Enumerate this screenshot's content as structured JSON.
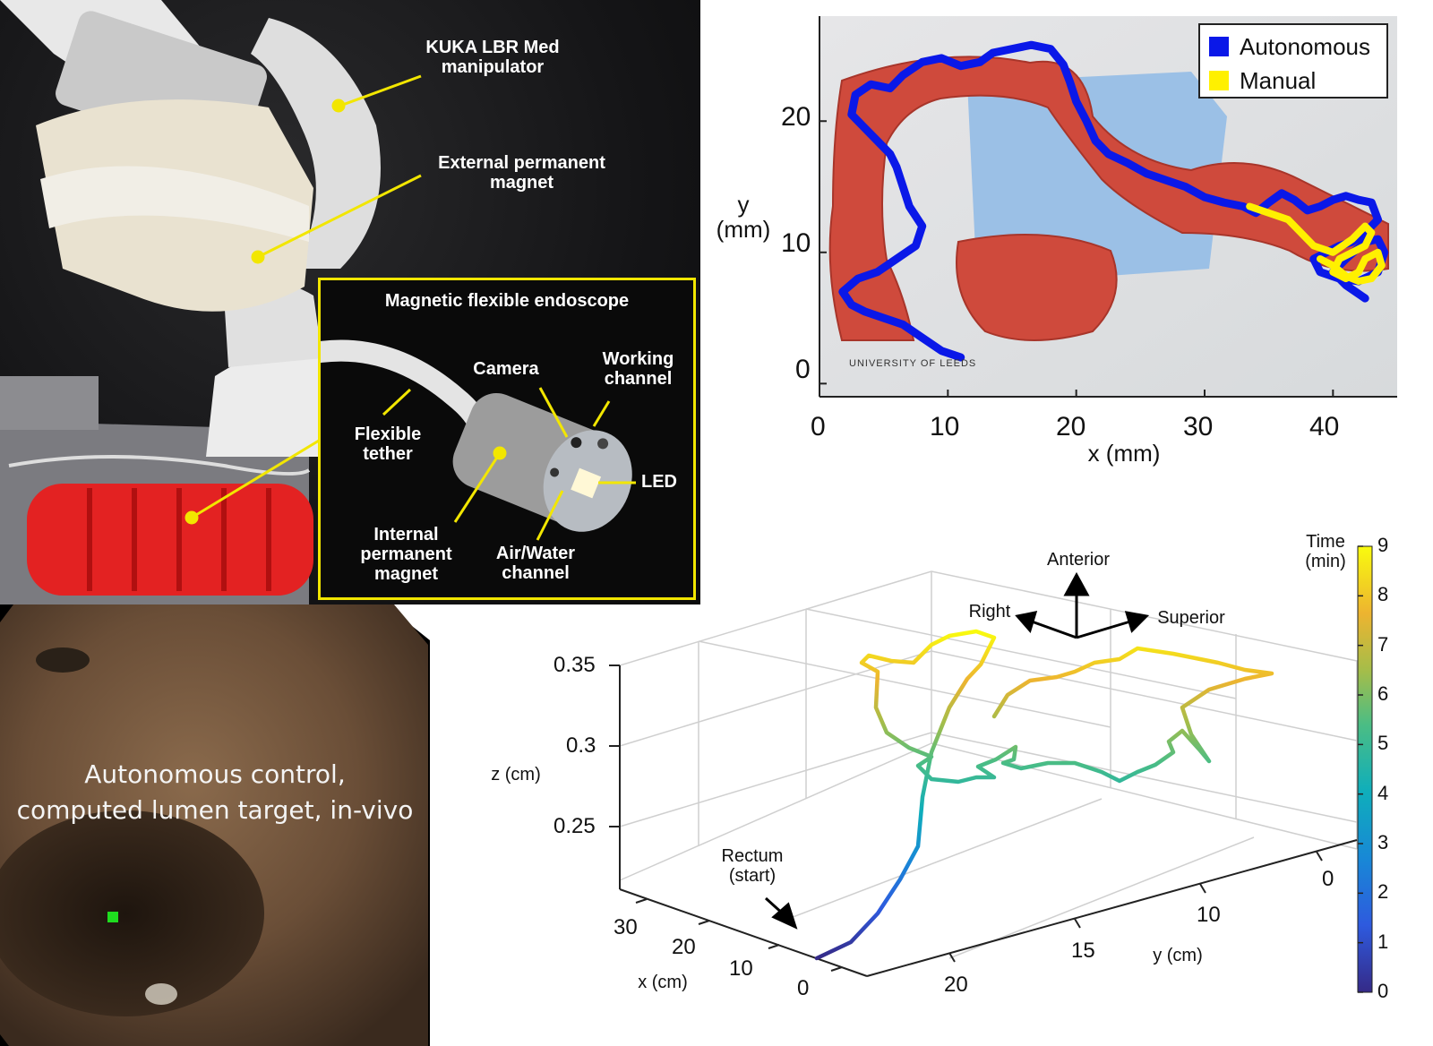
{
  "robot_panel": {
    "labels": {
      "manipulator": "KUKA LBR Med\nmanipulator",
      "external_magnet": "External permanent\nmagnet"
    },
    "inset": {
      "title": "Magnetic flexible endoscope",
      "camera": "Camera",
      "working_channel": "Working\nchannel",
      "flexible_tether": "Flexible\ntether",
      "led": "LED",
      "internal_magnet": "Internal\npermanent\nmagnet",
      "air_water": "Air/Water\nchannel"
    },
    "label_color": "#f2e600"
  },
  "invivo_panel": {
    "caption": "Autonomous control,\ncomputed lumen target, in-vivo",
    "target_color": "#1fdc1f"
  },
  "chart_data": [
    {
      "type": "line",
      "xlabel": "x (mm)",
      "ylabel": "y\n(mm)",
      "xticks": [
        "0",
        "10",
        "20",
        "30",
        "40"
      ],
      "yticks": [
        "0",
        "10",
        "20"
      ],
      "xlim": [
        0,
        45
      ],
      "ylim": [
        -1,
        28
      ],
      "legend_position": "top-right",
      "background": "phantom colon photograph",
      "photo_text": "UNIVERSITY OF LEEDS",
      "series": [
        {
          "name": "Autonomous",
          "color": "#0a18e8",
          "points": [
            [
              11,
              2
            ],
            [
              9.5,
              2.5
            ],
            [
              8,
              3.5
            ],
            [
              6.5,
              4.5
            ],
            [
              5,
              5
            ],
            [
              3.5,
              5.5
            ],
            [
              2.5,
              6
            ],
            [
              1.8,
              7
            ],
            [
              3,
              8
            ],
            [
              4.5,
              8.5
            ],
            [
              6,
              9.5
            ],
            [
              7.5,
              10.5
            ],
            [
              8,
              12
            ],
            [
              7,
              13.5
            ],
            [
              6.5,
              15
            ],
            [
              6,
              16.5
            ],
            [
              5.5,
              17.5
            ],
            [
              4.5,
              18.5
            ],
            [
              3.5,
              19.5
            ],
            [
              2.5,
              20.5
            ],
            [
              2.8,
              22
            ],
            [
              4,
              22.8
            ],
            [
              5.5,
              22.5
            ],
            [
              6.5,
              23.5
            ],
            [
              8,
              24.5
            ],
            [
              9.5,
              24.8
            ],
            [
              11,
              24.2
            ],
            [
              12.5,
              24.5
            ],
            [
              13.5,
              25.2
            ],
            [
              15,
              25.5
            ],
            [
              16.5,
              25.8
            ],
            [
              18,
              25.5
            ],
            [
              19,
              24.3
            ],
            [
              19.5,
              23
            ],
            [
              20,
              21.5
            ],
            [
              20.8,
              20
            ],
            [
              21.5,
              18.5
            ],
            [
              22.5,
              17.5
            ],
            [
              24,
              16.8
            ],
            [
              25.5,
              16
            ],
            [
              27,
              15.5
            ],
            [
              28.5,
              15
            ],
            [
              30,
              14.2
            ],
            [
              31.5,
              13.8
            ],
            [
              33,
              13.5
            ],
            [
              34,
              13
            ],
            [
              35,
              13.8
            ],
            [
              36,
              14.5
            ],
            [
              37,
              14
            ],
            [
              38,
              13.2
            ],
            [
              39,
              13.5
            ],
            [
              40,
              14
            ],
            [
              41,
              14.3
            ],
            [
              42,
              14
            ],
            [
              43,
              13.8
            ],
            [
              43.5,
              12.5
            ],
            [
              42.5,
              11.5
            ],
            [
              41.5,
              10.8
            ],
            [
              40.5,
              10.5
            ],
            [
              39.5,
              10
            ],
            [
              38.5,
              9.5
            ],
            [
              39,
              8.5
            ],
            [
              40.5,
              8
            ],
            [
              42,
              7.8
            ],
            [
              43.5,
              8.5
            ],
            [
              44,
              10
            ],
            [
              43.5,
              11
            ],
            [
              42.5,
              10.8
            ],
            [
              41,
              9.5
            ],
            [
              40,
              8.5
            ],
            [
              41,
              7.5
            ],
            [
              42.5,
              6.5
            ]
          ]
        },
        {
          "name": "Manual",
          "color": "#fff000",
          "points": [
            [
              33.5,
              13.5
            ],
            [
              35,
              13
            ],
            [
              36.5,
              12.5
            ],
            [
              37.5,
              11.5
            ],
            [
              38.5,
              10.5
            ],
            [
              40,
              10
            ],
            [
              41.5,
              11
            ],
            [
              42.5,
              12
            ],
            [
              43,
              11.5
            ],
            [
              42.5,
              10.5
            ],
            [
              41.5,
              10
            ],
            [
              40.5,
              9.5
            ],
            [
              40,
              8.5
            ],
            [
              41,
              8
            ],
            [
              42,
              8.5
            ],
            [
              42.5,
              9.5
            ],
            [
              43.5,
              10
            ],
            [
              43.8,
              9
            ],
            [
              43,
              8
            ],
            [
              42,
              7.8
            ],
            [
              41,
              8.2
            ],
            [
              40,
              9
            ],
            [
              39,
              9.5
            ]
          ]
        }
      ]
    },
    {
      "type": "line",
      "projection": "3d",
      "xlabel": "x (cm)",
      "ylabel": "y (cm)",
      "zlabel": "z (cm)",
      "xticks": [
        "0",
        "10",
        "20",
        "30"
      ],
      "yticks": [
        "0",
        "10",
        "15",
        "20"
      ],
      "zticks": [
        "0.25",
        "0.3",
        "0.35"
      ],
      "colorbar": {
        "label": "Time\n(min)",
        "ticks": [
          "0",
          "1",
          "2",
          "3",
          "4",
          "5",
          "6",
          "7",
          "8",
          "9"
        ],
        "range": [
          0,
          9
        ],
        "colormap": "parula"
      },
      "annotations": {
        "start": "Rectum\n(start)",
        "anterior": "Anterior",
        "right": "Right",
        "superior": "Superior"
      },
      "series": [
        {
          "color_by": "time_min",
          "points": [
            {
              "t": 0,
              "label": "rectum-start"
            },
            {
              "t": 0.5
            },
            {
              "t": 1
            },
            {
              "t": 1.5
            },
            {
              "t": 2
            },
            {
              "t": 2.5
            },
            {
              "t": 3
            },
            {
              "t": 3.5
            },
            {
              "t": 4
            },
            {
              "t": 4.5
            },
            {
              "t": 5
            },
            {
              "t": 5.5
            },
            {
              "t": 6
            },
            {
              "t": 6.5
            },
            {
              "t": 7
            },
            {
              "t": 7.5
            },
            {
              "t": 8
            },
            {
              "t": 8.5
            },
            {
              "t": 9
            }
          ]
        }
      ]
    }
  ]
}
